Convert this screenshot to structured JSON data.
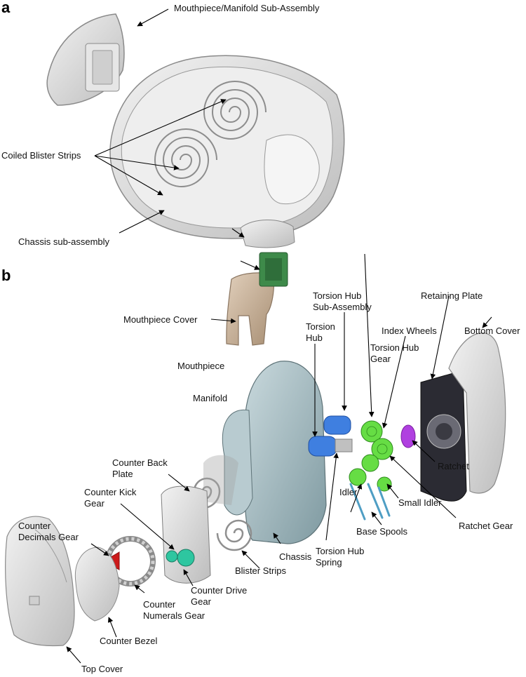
{
  "panels": {
    "a": "a",
    "b": "b"
  },
  "labels_a": {
    "mouthpiece_manifold": "Mouthpiece/Manifold Sub-Assembly",
    "coiled_blister_strips": "Coiled Blister Strips",
    "chassis_subassembly": "Chassis sub-assembly"
  },
  "labels_b": {
    "mouthpiece_cover": "Mouthpiece Cover",
    "torsion_hub_subassembly": [
      "Torsion Hub",
      "Sub-Assembly"
    ],
    "retaining_plate": "Retaining Plate",
    "torsion_hub": [
      "Torsion",
      "Hub"
    ],
    "index_wheels": "Index Wheels",
    "bottom_cover": "Bottom Cover",
    "torsion_hub_gear": [
      "Torsion Hub",
      "Gear"
    ],
    "mouthpiece": "Mouthpiece",
    "manifold": "Manifold",
    "counter_back_plate": [
      "Counter Back",
      "Plate"
    ],
    "counter_kick_gear": [
      "Counter Kick",
      "Gear"
    ],
    "counter_decimals_gear": [
      "Counter",
      "Decimals Gear"
    ],
    "ratchet": "Ratchet",
    "idler": "Idler",
    "small_idler": "Small Idler",
    "ratchet_gear": "Ratchet Gear",
    "base_spools": "Base Spools",
    "torsion_hub_spring": [
      "Torsion Hub",
      "Spring"
    ],
    "chassis": "Chassis",
    "blister_strips": "Blister Strips",
    "counter_drive_gear": [
      "Counter Drive",
      "Gear"
    ],
    "counter_numerals_gear": [
      "Counter",
      "Numerals Gear"
    ],
    "counter_bezel": "Counter Bezel",
    "top_cover": "Top Cover"
  },
  "colors": {
    "device_grey": "#d9d9d9",
    "mouthpiece_cover": "#c9b49c",
    "manifold_green": "#3e8a4a",
    "torsion_hub_blue": "#3f7fe0",
    "gear_green": "#66dd44",
    "chassis_teal": "#9fb7bd",
    "ratchet_purple": "#b040e0",
    "counter_red": "#cc1a1a",
    "counter_drive_teal": "#2ec6a0",
    "retaining_plate_dark": "#2b2b33",
    "spool_blue": "#7ec8e8"
  }
}
